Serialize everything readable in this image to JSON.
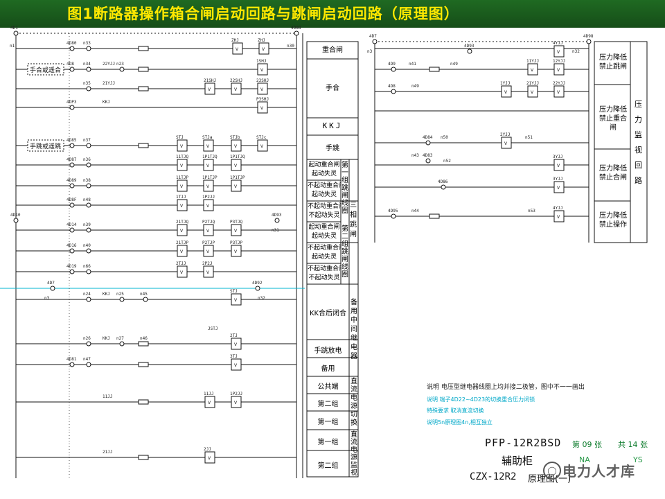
{
  "title": "图1断路器操作箱合闸启动回路与跳闸启动回路（原理图）",
  "left_circuit": {
    "rails": {
      "left_top": "4D1",
      "n1_top": "n1",
      "right_top": "4D88",
      "n30": "n30",
      "left_mid": "4D10",
      "right_mid": "4D93",
      "n31": "n31",
      "left_low": "4D7",
      "n3_low": "n3",
      "right_low": "4D92",
      "n32": "n32"
    },
    "rows": [
      {
        "terminal": "4D80",
        "node": "n33",
        "coils": [
          "ZHJ",
          "ZHJ"
        ]
      },
      {
        "terminal": "4D8",
        "node": "n34",
        "coils": [
          "1SHJ"
        ],
        "contact": "22YJJ",
        "node2": "n23",
        "label": "手合或遥合"
      },
      {
        "terminal": "",
        "node": "n35",
        "coils": [
          "21SHJ",
          "22SHJ",
          "23SHJ"
        ],
        "contact": "21YJJ"
      },
      {
        "terminal": "4DP3",
        "node": "",
        "coils": [
          "P3SHJ"
        ],
        "contact": "KKJ"
      },
      {
        "terminal": "4D85",
        "node": "n37",
        "coils": [
          "STJ",
          "STJa",
          "STJb",
          "STJc"
        ],
        "label": "手跳或遥跳"
      },
      {
        "terminal": "4D87",
        "node": "n36",
        "coils": [
          "11TJQ",
          "1P1TJQ",
          "1P1TJQ"
        ]
      },
      {
        "terminal": "4D89",
        "node": "n38",
        "coils": [
          "11TJP",
          "1P1TJP",
          "1P1TJP"
        ]
      },
      {
        "terminal": "4D8F",
        "node": "n48",
        "coils": [
          "1TJJ",
          "1P2JJ"
        ]
      },
      {
        "terminal": "4D14",
        "node": "n39",
        "coils": [
          "21TJQ",
          "P2TJQ",
          "P3TJQ"
        ]
      },
      {
        "terminal": "4D16",
        "node": "n40",
        "coils": [
          "21TJP",
          "P2TJP",
          "P3TJP"
        ]
      },
      {
        "terminal": "4D19",
        "node": "n66",
        "coils": [
          "2TJJ",
          "2P2J"
        ]
      },
      {
        "terminal": "",
        "node": "n24",
        "node2": "n25",
        "node3": "n45",
        "contact": "KKJ",
        "coils": [
          "STJ"
        ],
        "coil2": "JSTJ"
      },
      {
        "terminal": "",
        "node": "n26",
        "node2": "n27",
        "node3": "n46",
        "contact": "KKJ",
        "coils": [
          "2TJ"
        ]
      },
      {
        "terminal": "4D81",
        "node": "n47",
        "coils": [
          "3TJ"
        ]
      },
      {
        "terminal": "",
        "node": "",
        "coils": [
          "11JJ",
          "1P2JJ"
        ],
        "contact": "11JJ"
      },
      {
        "terminal": "",
        "node": "",
        "coils": [
          "2JJ"
        ],
        "contact": "21JJ"
      }
    ]
  },
  "table_left": {
    "cells": [
      "重合闸",
      "手合",
      "KKJ",
      "手跳"
    ],
    "group_rows": [
      [
        "起动重合闸",
        "起动失灵"
      ],
      [
        "不起动重合闸",
        "起动失灵"
      ],
      [
        "不起动重合闸",
        "不起动失灵"
      ],
      [
        "起动重合闸",
        "起动失灵"
      ],
      [
        "不起动重合闸",
        "起动失灵"
      ],
      [
        "不起动重合闸",
        "不起动失灵"
      ]
    ],
    "group_labels": [
      "第一组跳闸线圈",
      "第二组跳闸线圈",
      "三相跳闸"
    ],
    "lower_cells": [
      "KK合后闭合",
      "手跳放电",
      "备用",
      "公共端",
      "第二组",
      "第一组",
      "第一组",
      "第二组"
    ],
    "side_labels": [
      "备用中间继电器",
      "直流电源切换",
      "直流电源监视"
    ]
  },
  "right_circuit": {
    "rails": {
      "left_top": "4D7",
      "n3": "n3",
      "right_top": "4D98",
      "n32": "n32"
    },
    "terminals": [
      "4D93",
      "4D9",
      "4D8",
      "4D84",
      "4D83",
      "4D86",
      "4D95"
    ],
    "nodes": [
      "n41",
      "n49",
      "n49",
      "n50",
      "n51",
      "n43",
      "n52",
      "n44",
      "n53"
    ],
    "coils": [
      "4YJJ",
      "11YJJ",
      "12YJJ",
      "1YJJ",
      "21YJJ",
      "22YJJ",
      "2YJJ",
      "3YJJ",
      "3YJJ",
      "4YJJ"
    ],
    "contacts": [
      "21YJJ",
      "3YJJ",
      "4YJJ"
    ]
  },
  "table_right": {
    "cells": [
      "压力降低禁止跳闸",
      "压力降低禁止重合闸",
      "压力降低禁止合闸",
      "压力降低禁止操作"
    ],
    "side": "压力监视回路"
  },
  "notes": {
    "line1": "说明  电压型继电器线圈上均并接二极管，图中不一一画出",
    "line2": "说明  端子4D22~4D23的切换重合压力闭锁",
    "line3": "特殊要求  取消直流切换",
    "line4": "说明5n原理图4n,相互独立"
  },
  "footer": {
    "model": "PFP-12R2BSD",
    "sub": "辅助柜",
    "code": "CZX-12R2",
    "diagram": "原理图(一)",
    "sheet": "第 09 张",
    "total": "共 14 张",
    "stamp_left": "NA",
    "stamp_right": "YS",
    "watermark": "电力人才库"
  },
  "colors": {
    "title_bg": "#1c5a1c",
    "title_text": "#ffe800",
    "annotation": "#00a8c8",
    "line": "#111111"
  }
}
